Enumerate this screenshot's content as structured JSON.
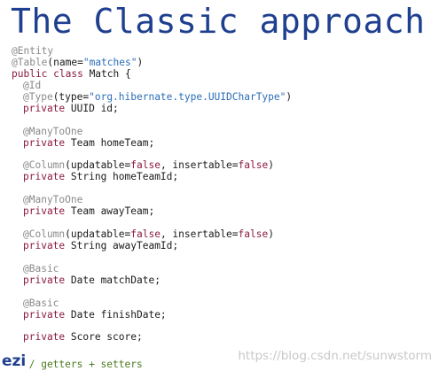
{
  "slide": {
    "title": "The Classic approach",
    "badge_text": "ezi",
    "watermark": "https://blog.csdn.net/sunwstorm"
  },
  "code": {
    "ann_entity": "@Entity",
    "ann_table": "@Table",
    "table_args_open": "(name=",
    "table_name_str": "\"matches\"",
    "table_args_close": ")",
    "kw_public_class": "public class",
    "class_decl_rest": " Match {",
    "ann_id": "@Id",
    "ann_type": "@Type",
    "type_args_open": "(type=",
    "type_str": "\"org.hibernate.type.UUIDCharType\"",
    "type_args_close": ")",
    "kw_private": "private",
    "field_id": " UUID id;",
    "ann_many_to_one": "@ManyToOne",
    "field_home_team": " Team homeTeam;",
    "ann_column": "@Column",
    "col_open": "(updatable=",
    "kw_false": "false",
    "col_mid": ", insertable=",
    "col_close": ")",
    "field_home_team_id": " String homeTeamId;",
    "field_away_team": " Team awayTeam;",
    "field_away_team_id": " String awayTeamId;",
    "ann_basic": "@Basic",
    "field_match_date": " Date matchDate;",
    "field_finish_date": " Date finishDate;",
    "field_score": " Score score;",
    "comment_getters_setters": "// getters + setters"
  }
}
